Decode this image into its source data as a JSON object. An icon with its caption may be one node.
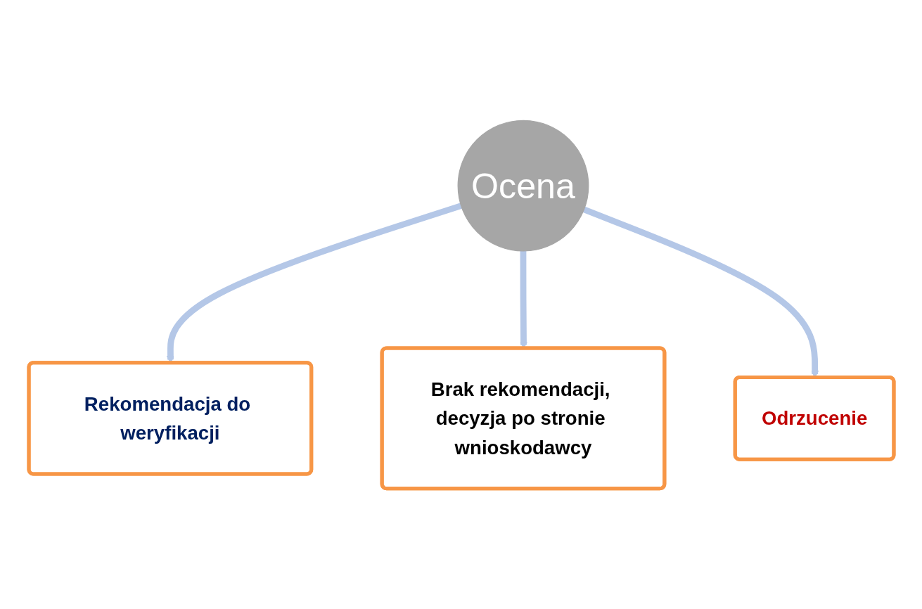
{
  "diagram": {
    "nodes": [
      {
        "text": [
          "Rekomendacja do weryfikacji"
        ]
      },
      {
        "text": [
          "Ocena"
        ]
      },
      {
        "text": [
          "Brak rekomendacji, decyzja po stronie wnioskodawcy"
        ]
      },
      {
        "text": [
          "Odrzucenie"
        ]
      }
    ],
    "edges": [
      {
        "from": 1,
        "to": 0,
        "arrow": "to"
      },
      {
        "from": 1,
        "to": 2,
        "arrow": "to"
      },
      {
        "from": 1,
        "to": 3,
        "arrow": "to"
      }
    ]
  }
}
